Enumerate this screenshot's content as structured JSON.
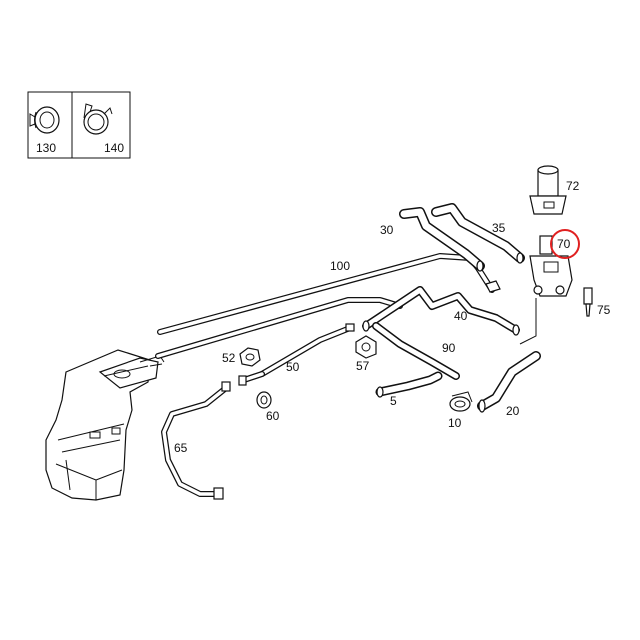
{
  "legend_box": {
    "items": [
      {
        "label": "130",
        "icon": "hose-clamp-band-icon"
      },
      {
        "label": "140",
        "icon": "spring-clamp-icon"
      }
    ]
  },
  "callouts": {
    "c5": "5",
    "c10": "10",
    "c20": "20",
    "c30": "30",
    "c35": "35",
    "c40": "40",
    "c50": "50",
    "c52": "52",
    "c57": "57",
    "c60": "60",
    "c65": "65",
    "c70": "70",
    "c72": "72",
    "c75": "75",
    "c90": "90",
    "c100": "100"
  },
  "highlight": {
    "target": "70",
    "color": "#e02020"
  }
}
